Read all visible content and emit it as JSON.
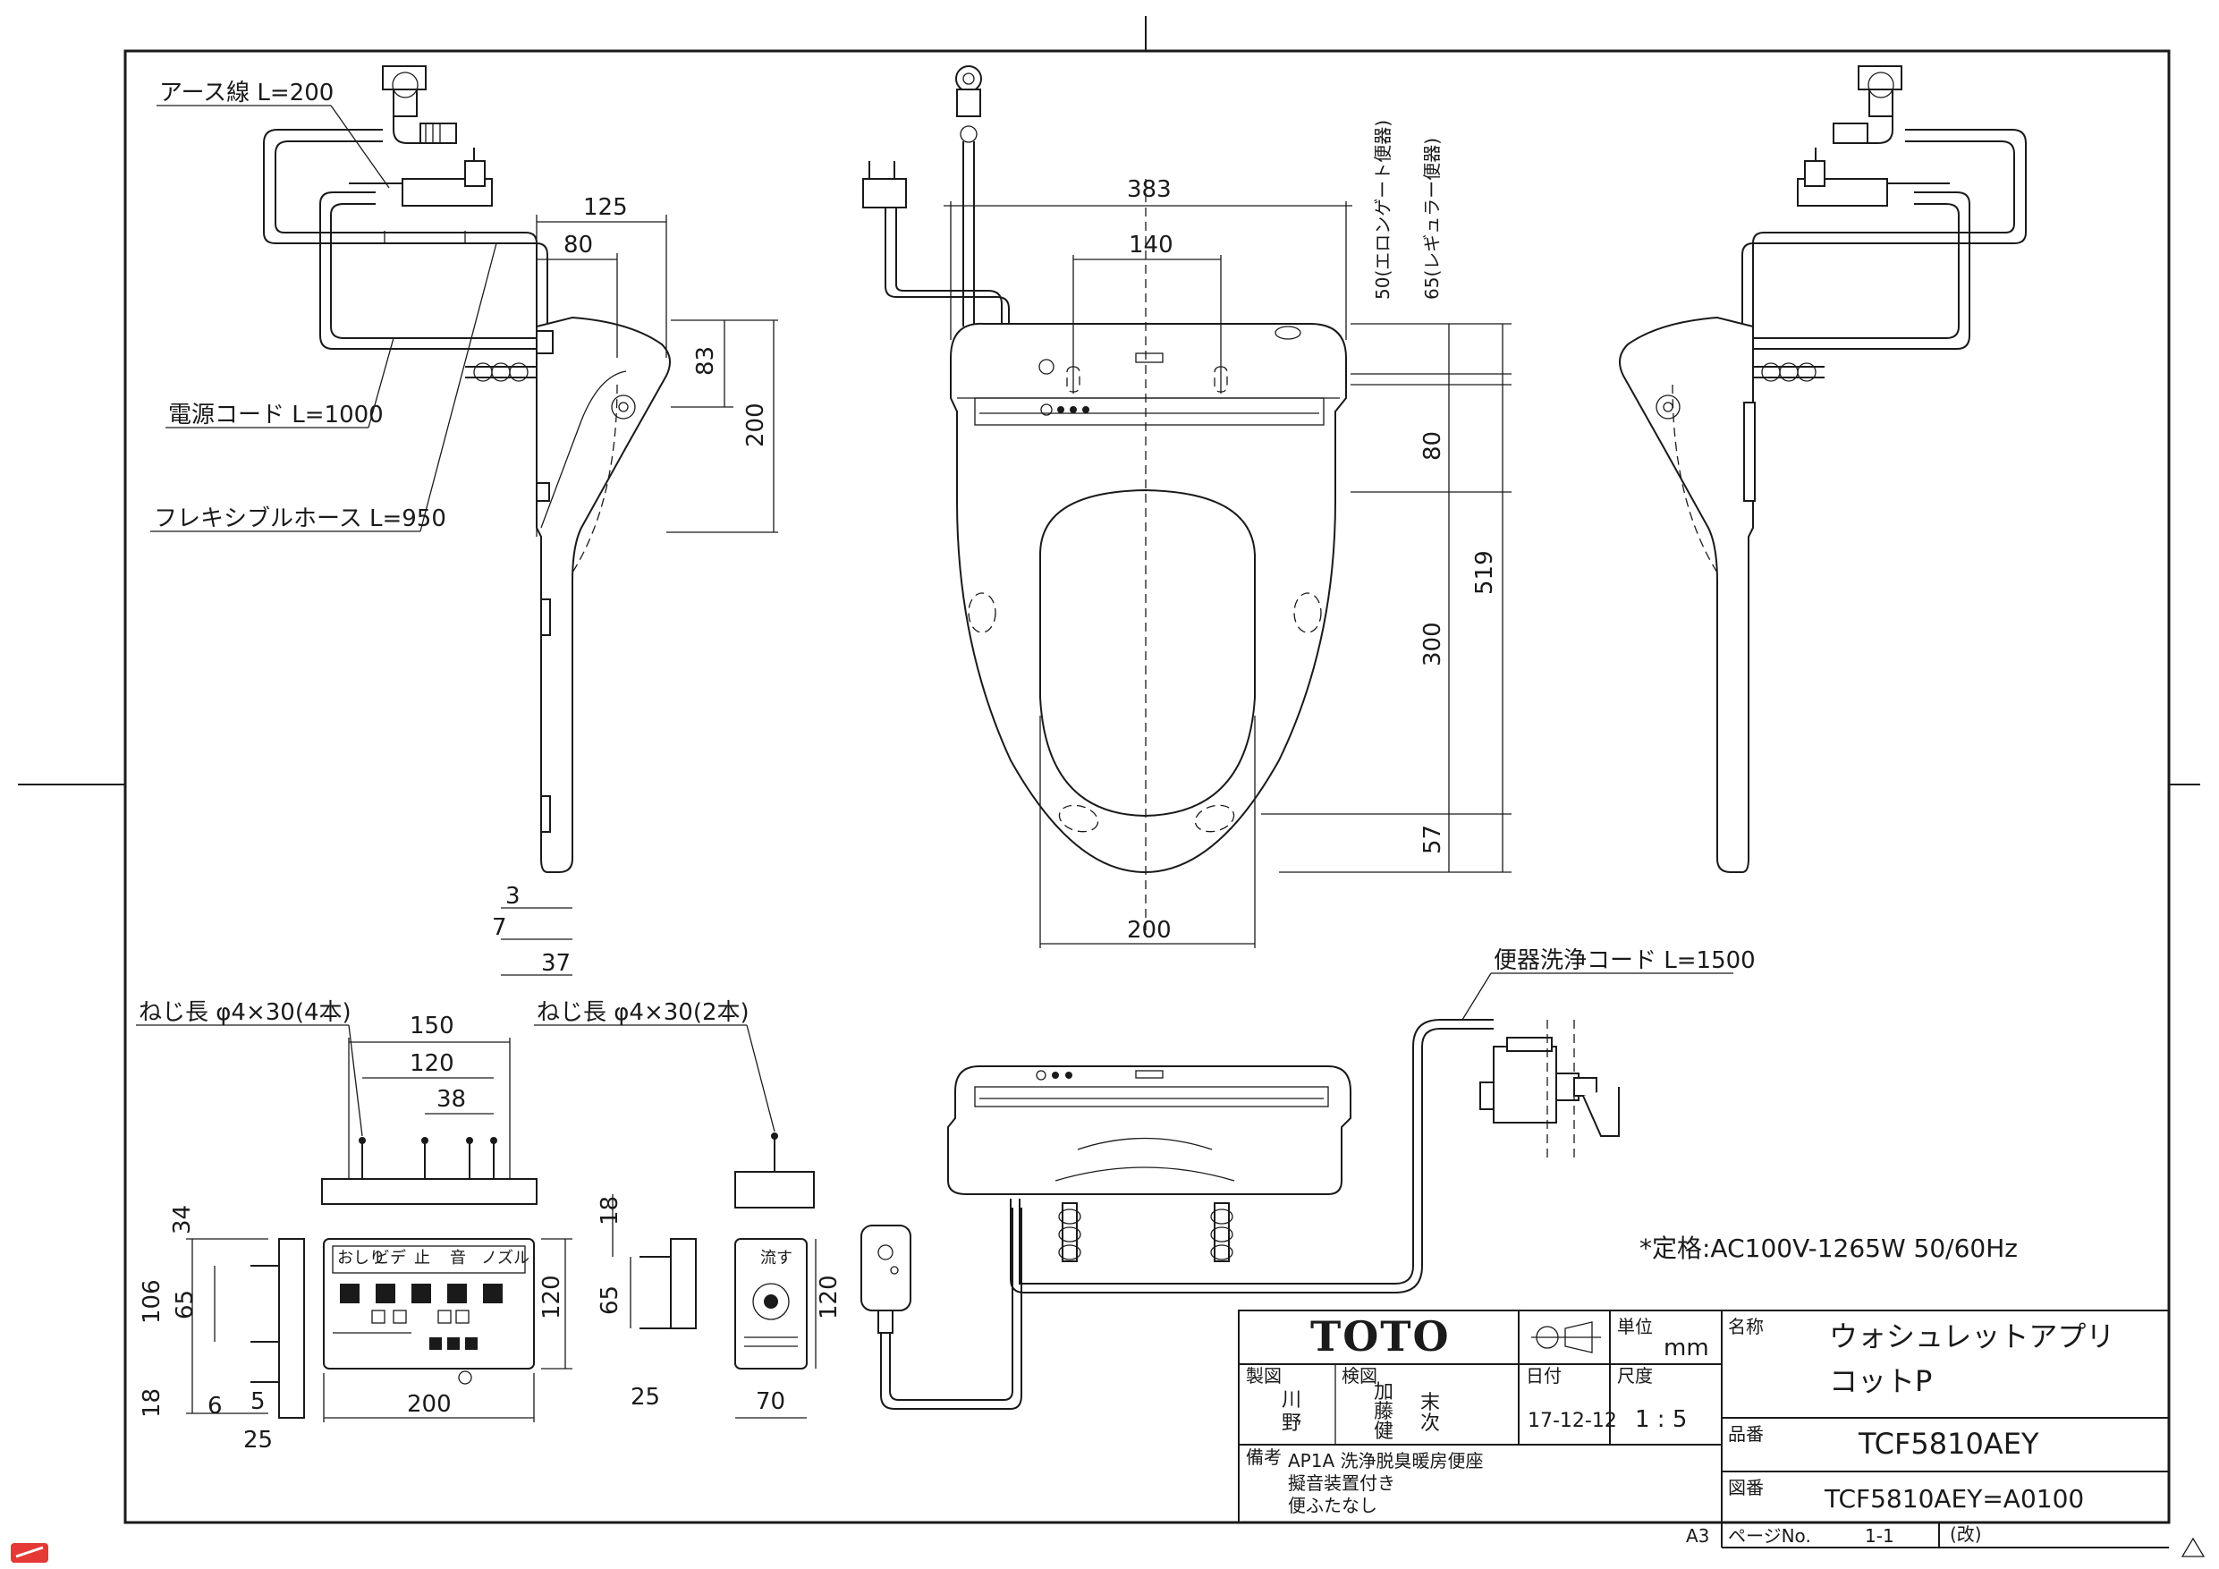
{
  "labels": {
    "earth_wire": "アース線 L=200",
    "power_cord": "電源コード L=1000",
    "flexible_hose": "フレキシブルホース L=950",
    "screw_left": "ねじ長 φ4×30(4本)",
    "screw_right": "ねじ長 φ4×30(2本)",
    "flush_cord": "便器洗浄コード L=1500",
    "rating": "*定格:AC100V-1265W 50/60Hz",
    "elongated_note": "50(エロンゲート便器)",
    "regular_note": "65(レギュラー便器)"
  },
  "dimensions": {
    "side": {
      "d125": "125",
      "d80": "80",
      "d83": "83",
      "d200": "200",
      "d3": "3",
      "d7": "7",
      "d37": "37"
    },
    "top": {
      "d383": "383",
      "d140": "140",
      "d80": "80",
      "d519": "519",
      "d300": "300",
      "d57": "57",
      "d200": "200"
    },
    "bracket": {
      "d150": "150",
      "d120": "120",
      "d38": "38"
    },
    "remote": {
      "d34": "34",
      "d106": "106",
      "d65": "65",
      "d18": "18",
      "d6": "6",
      "d5": "5",
      "d25": "25",
      "d200": "200",
      "d120": "120"
    },
    "flush_remote": {
      "d18": "18",
      "d65": "65",
      "d25": "25",
      "d70": "70",
      "d120": "120"
    }
  },
  "title_block": {
    "logo": "TOTO",
    "unit_label": "単位",
    "unit_value": "mm",
    "name_label": "名称",
    "name_line1": "ウォシュレットアプリ",
    "name_line2": "コットP",
    "drawn_label": "製図",
    "drawn_by": [
      "川",
      "野"
    ],
    "checked_label": "検図",
    "checked_by": [
      "加",
      "藤",
      "健",
      "末",
      "次"
    ],
    "date_label": "日付",
    "date_value": "17-12-12",
    "scale_label": "尺度",
    "scale_value": "1 : 5",
    "product_no_label": "品番",
    "product_no": "TCF5810AEY",
    "remarks_label": "備考",
    "remarks_line1": "AP1A 洗浄脱臭暖房便座",
    "remarks_line2": "擬音装置付き",
    "remarks_line3": "便ふたなし",
    "drawing_no_label": "図番",
    "drawing_no": "TCF5810AEY=A0100",
    "sheet_size": "A3",
    "page_label": "ページNo.",
    "page_value": "1-1",
    "revision_label": "(改)"
  },
  "remote_buttons": [
    "おしり",
    "ビデ",
    "止",
    "音",
    "ノズル"
  ],
  "flush_remote_label": "流す"
}
